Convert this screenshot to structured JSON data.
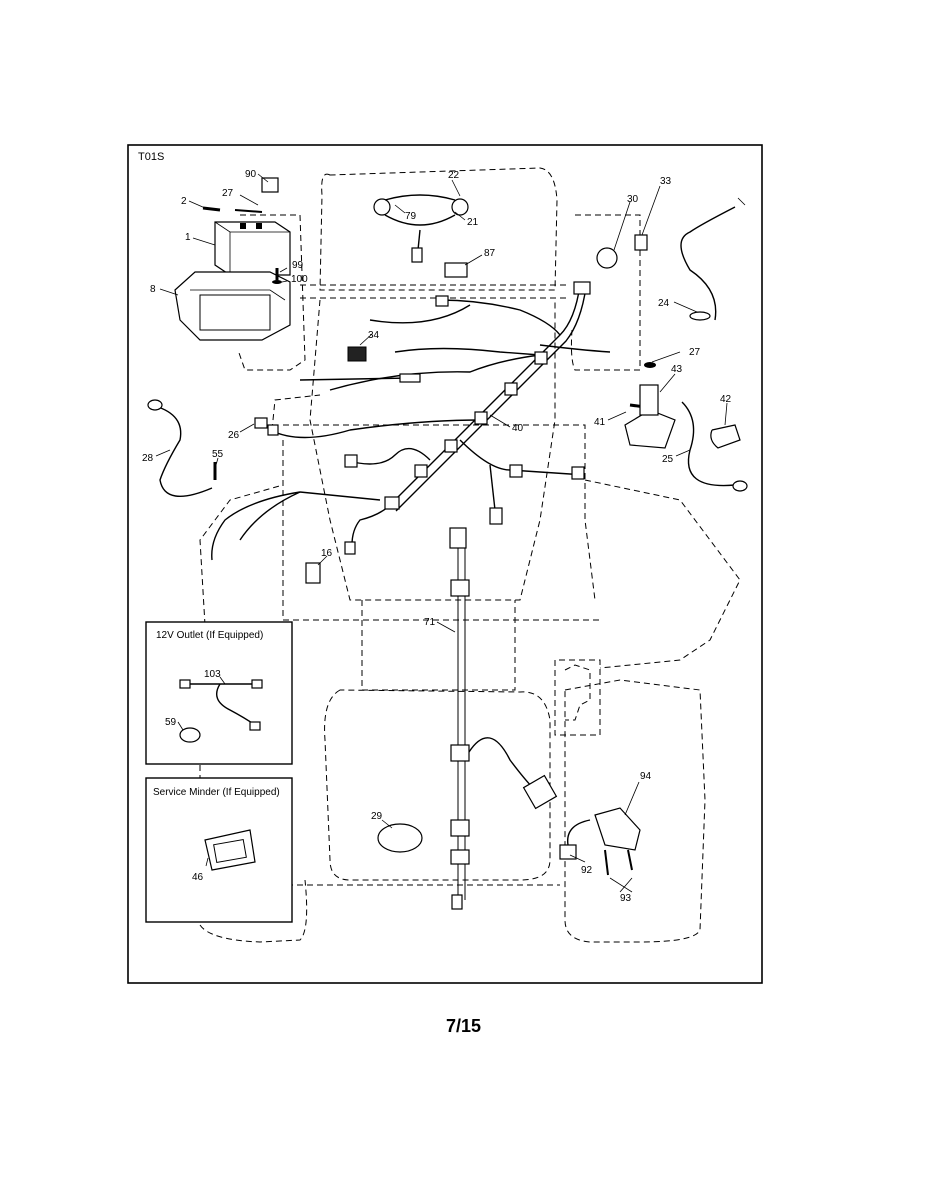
{
  "diagram": {
    "code": "T01S",
    "page_number": "7/15",
    "callouts": {
      "c1": "1",
      "c2": "2",
      "c8": "8",
      "c16": "16",
      "c21": "21",
      "c22": "22",
      "c24": "24",
      "c25": "25",
      "c26": "26",
      "c27a": "27",
      "c27b": "27",
      "c28": "28",
      "c29": "29",
      "c30": "30",
      "c33": "33",
      "c34": "34",
      "c40": "40",
      "c41": "41",
      "c42": "42",
      "c43": "43",
      "c46": "46",
      "c55": "55",
      "c59": "59",
      "c71": "71",
      "c79": "79",
      "c87": "87",
      "c90": "90",
      "c92": "92",
      "c93": "93",
      "c94": "94",
      "c99": "99",
      "c100": "100",
      "c103": "103"
    },
    "insets": {
      "outlet_title": "12V Outlet (If Equipped)",
      "minder_title": "Service Minder (If Equipped)"
    }
  }
}
